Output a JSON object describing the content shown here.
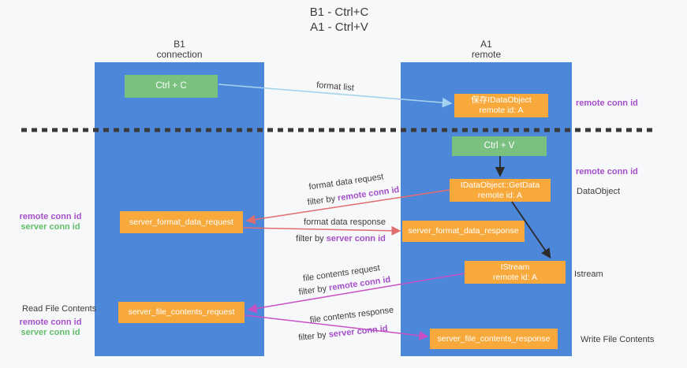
{
  "title": {
    "line1": "B1 - Ctrl+C",
    "line2": "A1 - Ctrl+V"
  },
  "columns": {
    "left": {
      "name": "B1",
      "subtitle": "connection"
    },
    "right": {
      "name": "A1",
      "subtitle": "remote"
    }
  },
  "boxes": {
    "ctrl_c": {
      "label": "Ctrl + C"
    },
    "ctrl_v": {
      "label": "Ctrl + V"
    },
    "save_dataobject": {
      "line1": "保存IDataObject",
      "line2": "remote id: A"
    },
    "getdata": {
      "line1": "IDataObject::GetData",
      "line2": "remote id: A"
    },
    "istream": {
      "line1": "IStream",
      "line2": "remote id: A"
    },
    "format_request": {
      "label": "server_format_data_request"
    },
    "format_response": {
      "label": "server_format_data_response"
    },
    "file_request": {
      "label": "server_file_contents_request"
    },
    "file_response": {
      "label": "server_file_contents_response"
    }
  },
  "mid_labels": {
    "format_list": "format list",
    "format_data_request": "format data request",
    "format_data_response": "format data response",
    "file_contents_request": "file contents request",
    "file_contents_response": "file contents response",
    "filter_by": "filter by",
    "remote_conn_id": "remote conn id",
    "server_conn_id": "server conn id"
  },
  "side_labels": {
    "remote_conn_id": "remote conn id",
    "server_conn_id": "server conn id",
    "dataobject": "DataObject",
    "istream": "Istream",
    "read_file_contents": "Read File Contents",
    "write_file_contents": "Write File Contents"
  },
  "colors": {
    "column-blue": "#4d87d9",
    "box-orange": "#f8a93c",
    "box-green": "#7ac17f",
    "arrow-lightblue": "#a5d2ef",
    "arrow-red": "#e06e6e",
    "arrow-magenta": "#c94fc4",
    "arrow-black": "#2b2b2b",
    "dashed-line": "#3a3a3a",
    "text-purple": "#a44fc8",
    "text-green": "#63bd6a",
    "text-dark": "#3c3c3c",
    "background": "#f7f8f9"
  }
}
